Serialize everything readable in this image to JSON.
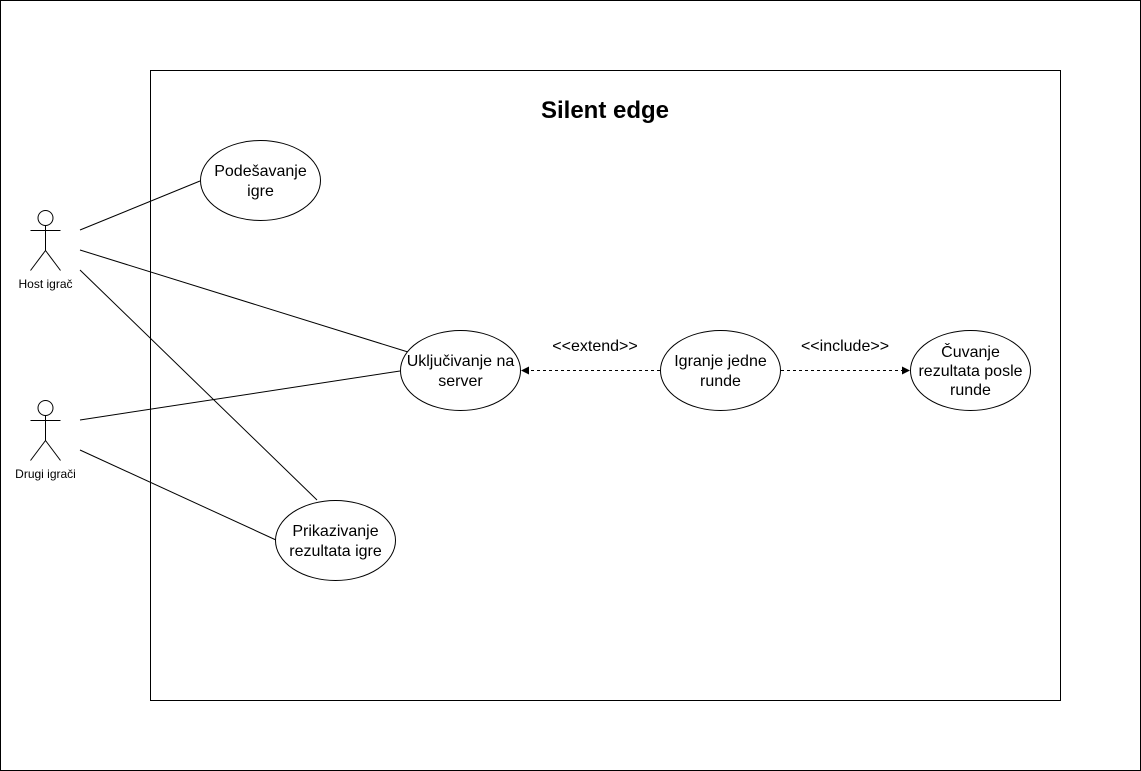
{
  "system": {
    "title": "Silent edge"
  },
  "actors": {
    "host": {
      "label": "Host igrač"
    },
    "others": {
      "label": "Drugi igrači"
    }
  },
  "use_cases": {
    "settings": {
      "line1": "Podešavanje",
      "line2": "igre"
    },
    "join": {
      "line1": "Uključivanje na",
      "line2": "server"
    },
    "play": {
      "line1": "Igranje jedne",
      "line2": "runde"
    },
    "save": {
      "line1": "Čuvanje",
      "line2": "rezultata posle",
      "line3": "runde"
    },
    "results": {
      "line1": "Prikazivanje",
      "line2": "rezultata igre"
    }
  },
  "relations": {
    "extend": "<<extend>>",
    "include": "<<include>>"
  }
}
